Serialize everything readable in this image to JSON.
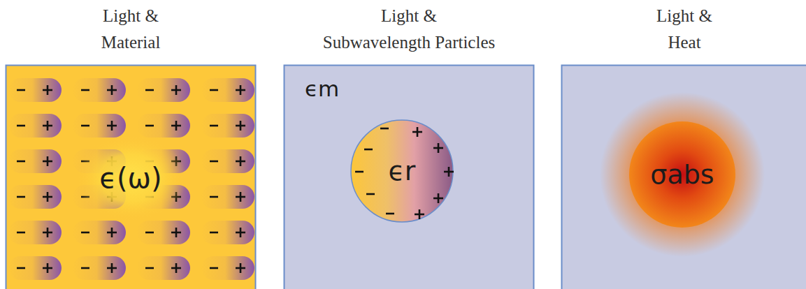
{
  "diagram": {
    "nodes": [
      {
        "text": [
          "Light & Material",
          "ϵ(ω)"
        ]
      },
      {
        "text": [
          "Light & Subwavelength Particles",
          "ϵm"
        ]
      },
      {
        "text": [
          "ϵr"
        ],
        "in": 1
      },
      {
        "text": [
          "Light & Heat"
        ]
      },
      {
        "text": [
          "σabs"
        ],
        "in": 3
      }
    ]
  }
}
